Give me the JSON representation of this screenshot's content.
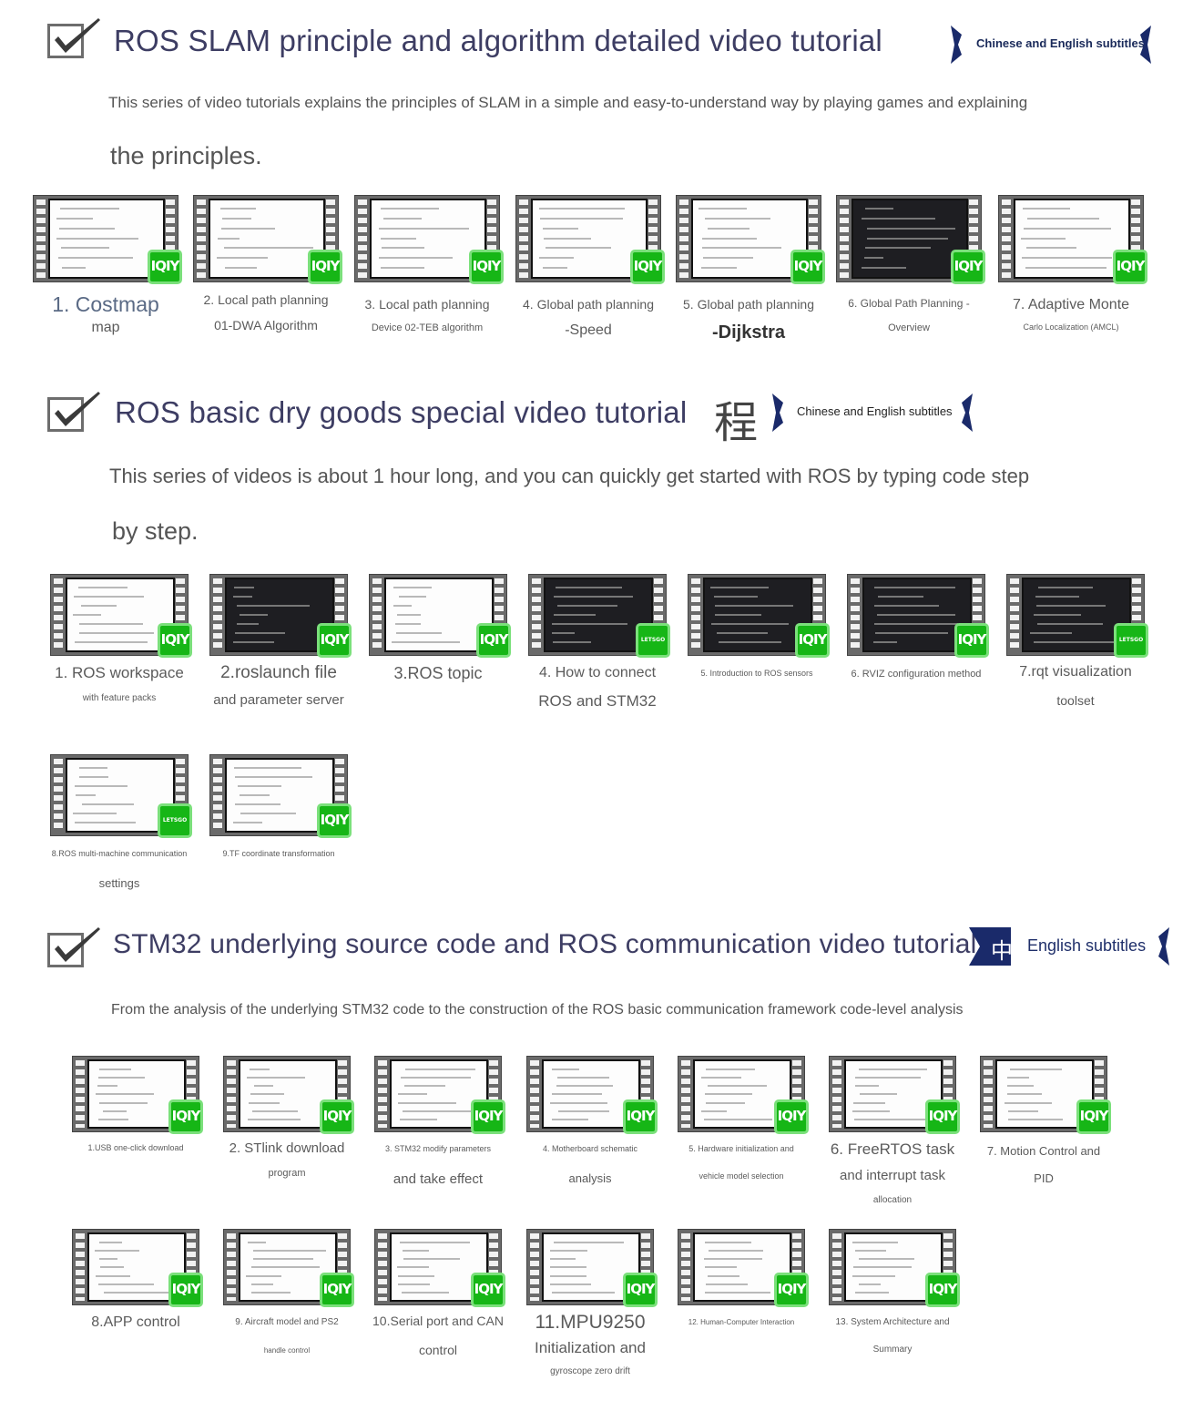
{
  "sections": [
    {
      "title": "ROS SLAM principle and algorithm detailed video tutorial",
      "badge": "Chinese and English subtitles",
      "desc_lines": [
        "This series of video tutorials explains the principles of SLAM in a simple and easy-to-understand way by playing games and explaining",
        "the principles."
      ],
      "videos": [
        {
          "lines": [
            "1. Costmap",
            "map"
          ],
          "logo": "iQIYI"
        },
        {
          "lines": [
            "2. Local path planning",
            "01-DWA Algorithm"
          ],
          "logo": "iQIYI"
        },
        {
          "lines": [
            "3. Local path planning",
            "Device 02-TEB algorithm"
          ],
          "logo": "iQIYI"
        },
        {
          "lines": [
            "4. Global path planning",
            "-Speed"
          ],
          "logo": "iQIYI"
        },
        {
          "lines": [
            "5. Global path planning",
            "-Dijkstra"
          ],
          "logo": "iQIYI"
        },
        {
          "lines": [
            "6. Global Path Planning -",
            "Overview"
          ],
          "logo": "iQIYI"
        },
        {
          "lines": [
            "7. Adaptive Monte",
            "Carlo Localization (AMCL)"
          ],
          "logo": "iQIYI"
        }
      ]
    },
    {
      "title": "ROS basic dry goods special video tutorial",
      "title_extra": "程",
      "badge": "Chinese and English subtitles",
      "desc_lines": [
        "This series of videos is about 1 hour long, and you can quickly get started with ROS by typing code step",
        "by step."
      ],
      "videos": [
        {
          "lines": [
            "1. ROS workspace",
            "with feature packs"
          ],
          "logo": "iQIYI"
        },
        {
          "lines": [
            "2.roslaunch file",
            "and parameter server"
          ],
          "logo": "iQIYI"
        },
        {
          "lines": [
            "3.ROS topic"
          ],
          "logo": "iQIYI"
        },
        {
          "lines": [
            "4. How to connect",
            "ROS and STM32"
          ],
          "logo": "LETSGO"
        },
        {
          "lines": [
            "5. Introduction to ROS sensors"
          ],
          "logo": "iQIYI"
        },
        {
          "lines": [
            "6. RVIZ configuration method"
          ],
          "logo": "iQIYI"
        },
        {
          "lines": [
            "7.rqt visualization",
            "toolset"
          ],
          "logo": "LETSGO"
        },
        {
          "lines": [
            "8.ROS multi-machine communication",
            "settings"
          ],
          "logo": "LETSGO"
        },
        {
          "lines": [
            "9.TF coordinate transformation"
          ],
          "logo": "iQIYI"
        }
      ]
    },
    {
      "title": "STM32 underlying source code and ROS communication video tutorial",
      "title_extra": "中",
      "badge": "English subtitles",
      "desc_lines": [
        "From the analysis of the underlying STM32 code to the construction of the ROS basic communication framework code-level analysis"
      ],
      "videos": [
        {
          "lines": [
            "1.USB one-click download"
          ],
          "logo": "iQIYI"
        },
        {
          "lines": [
            "2. STlink download",
            "program"
          ],
          "logo": "iQIYI"
        },
        {
          "lines": [
            "3. STM32 modify parameters",
            "and take effect"
          ],
          "logo": "iQIYI"
        },
        {
          "lines": [
            "4. Motherboard schematic",
            "analysis"
          ],
          "logo": "iQIYI"
        },
        {
          "lines": [
            "5. Hardware initialization and",
            "vehicle model selection"
          ],
          "logo": "iQIYI"
        },
        {
          "lines": [
            "6. FreeRTOS task",
            "and interrupt task",
            "allocation"
          ],
          "logo": "iQIYI"
        },
        {
          "lines": [
            "7. Motion Control and",
            "PID"
          ],
          "logo": "iQIYI"
        },
        {
          "lines": [
            "8.APP control"
          ],
          "logo": "iQIYI"
        },
        {
          "lines": [
            "9. Aircraft model and PS2",
            "handle control"
          ],
          "logo": "iQIYI"
        },
        {
          "lines": [
            "10.Serial port and CAN",
            "control"
          ],
          "logo": "iQIYI"
        },
        {
          "lines": [
            "11.MPU9250",
            "Initialization and",
            "gyroscope zero drift"
          ],
          "logo": "iQIYI"
        },
        {
          "lines": [
            "12. Human-Computer Interaction"
          ],
          "logo": "iQIYI"
        },
        {
          "lines": [
            "13. System Architecture and",
            "Summary"
          ],
          "logo": "iQIYI"
        }
      ]
    }
  ],
  "colors": {
    "title": "#3d3d63",
    "badge_arrow": "#1a2a6a",
    "logo_green": "#16b616",
    "film": "#6a6a6a"
  },
  "icons": {
    "checkbox": "checkbox-checked-icon",
    "logo": "iqiyi-logo-icon"
  }
}
